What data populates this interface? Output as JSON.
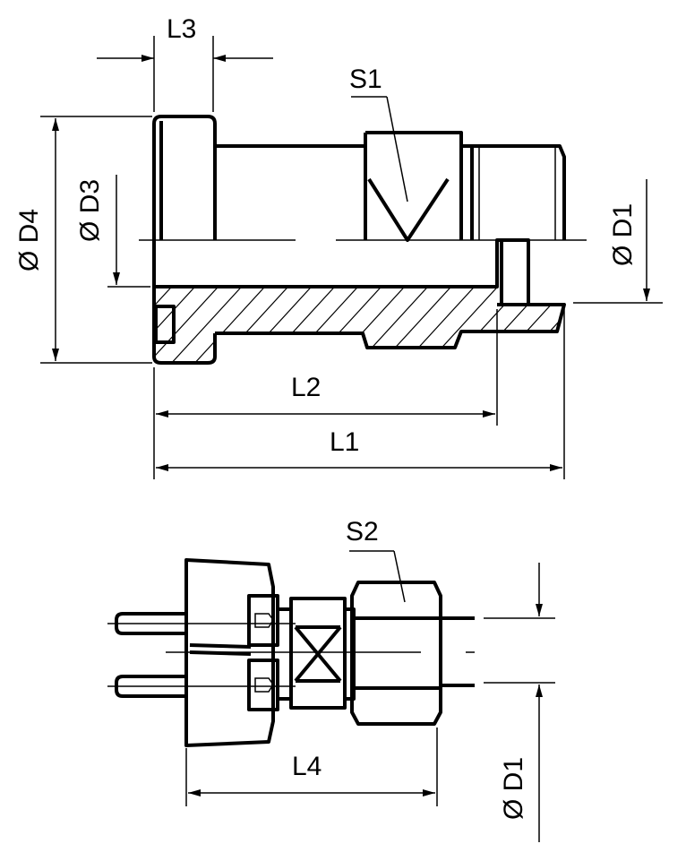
{
  "drawing": {
    "top_view": {
      "labels": {
        "l3": "L3",
        "s1": "S1",
        "d4": "Ø D4",
        "d3": "Ø D3",
        "d1": "Ø D1",
        "l2": "L2",
        "l1": "L1"
      }
    },
    "bottom_view": {
      "labels": {
        "s2": "S2",
        "l4": "L4",
        "d1": "Ø D1"
      }
    }
  }
}
